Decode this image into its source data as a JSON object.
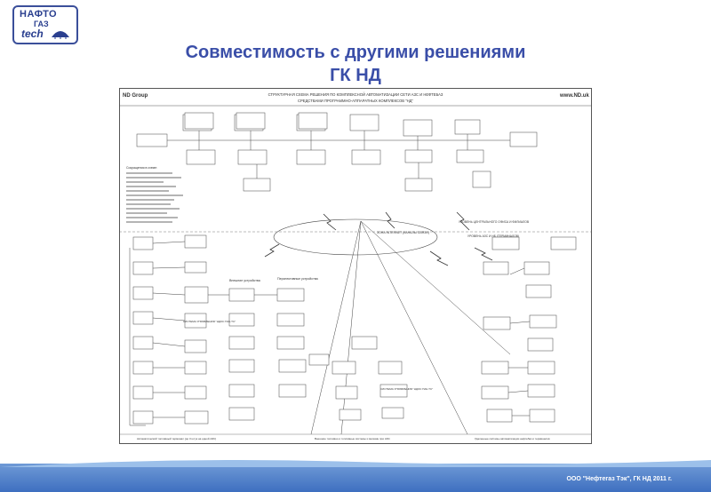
{
  "logo": {
    "line1": "НАФТО",
    "line2": "ГАЗ",
    "line3": "tech"
  },
  "title": {
    "line1": "Совместимость с другими решениями",
    "line2": "ГК НД"
  },
  "scheme": {
    "brand_left": "ND Group",
    "brand_right": "www.ND.uk",
    "heading_1": "СТРУКТУРНАЯ СХЕМА РЕШЕНИЯ ПО КОМПЛЕКСНОЙ АВТОМАТИЗАЦИИ СЕТИ АЗС И НЕФТЕБАЗ",
    "heading_2": "СРЕДСТВАМИ ПРОГРАММНО-АППАРАТНЫХ КОМПЛЕКСОВ \"НД\"",
    "internet_label": "ЗОНА INTERNET (КАНАЛЫ СВЯЗИ)",
    "central_office_label": "УРОВЕНЬ ЦЕНТРАЛЬНОГО ОФИСА И ФИЛИАЛОВ",
    "terminal_label": "УРОВЕНЬ АЗС И НБ (ТЕРМИНАЛОВ)",
    "external_devices": "Внешние устройства",
    "prospective_devices": "Перспективные устройства",
    "system_label_1": "СИСТЕМА УПРАВЛЕНИЯ \"НДОС ПАК-ТС\"",
    "system_label_2": "СИСТЕМА УПРАВЛЕНИЯ \"НДОС ПАК-ТС\"",
    "bottom_left": "Автоматический топливный терминал (до 3 штук на одной АЗС)",
    "bottom_mid": "Внешние топливно и топливные системы и магазин при АЗС",
    "bottom_right": "Удаленные системы автоматизации нефтебаз и терминалов",
    "legend_title": "Сокращения в схеме:"
  },
  "footer": {
    "text": "ООО \"Нефтегаз Тэк\", ГК НД 2011 г."
  }
}
